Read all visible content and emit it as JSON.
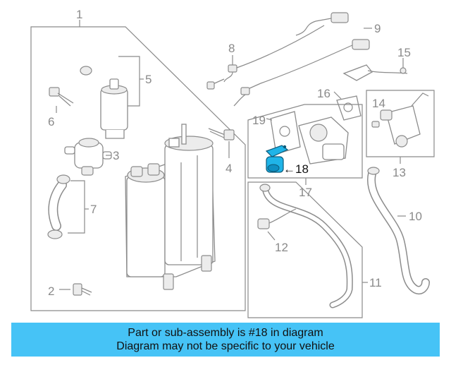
{
  "diagram": {
    "callouts": {
      "c1": "1",
      "c2": "2",
      "c3": "3",
      "c4": "4",
      "c5": "5",
      "c6": "6",
      "c7": "7",
      "c8": "8",
      "c9": "9",
      "c10": "10",
      "c11": "11",
      "c12": "12",
      "c13": "13",
      "c14": "14",
      "c15": "15",
      "c16": "16",
      "c17": "17",
      "c18": "←18",
      "c19": "19"
    },
    "highlight_color": "#1fb4e8",
    "banner_color": "#46c3f6"
  },
  "banner": {
    "line1": "Part or sub-assembly is #18 in diagram",
    "line2": "Diagram may not be specific to your vehicle"
  }
}
